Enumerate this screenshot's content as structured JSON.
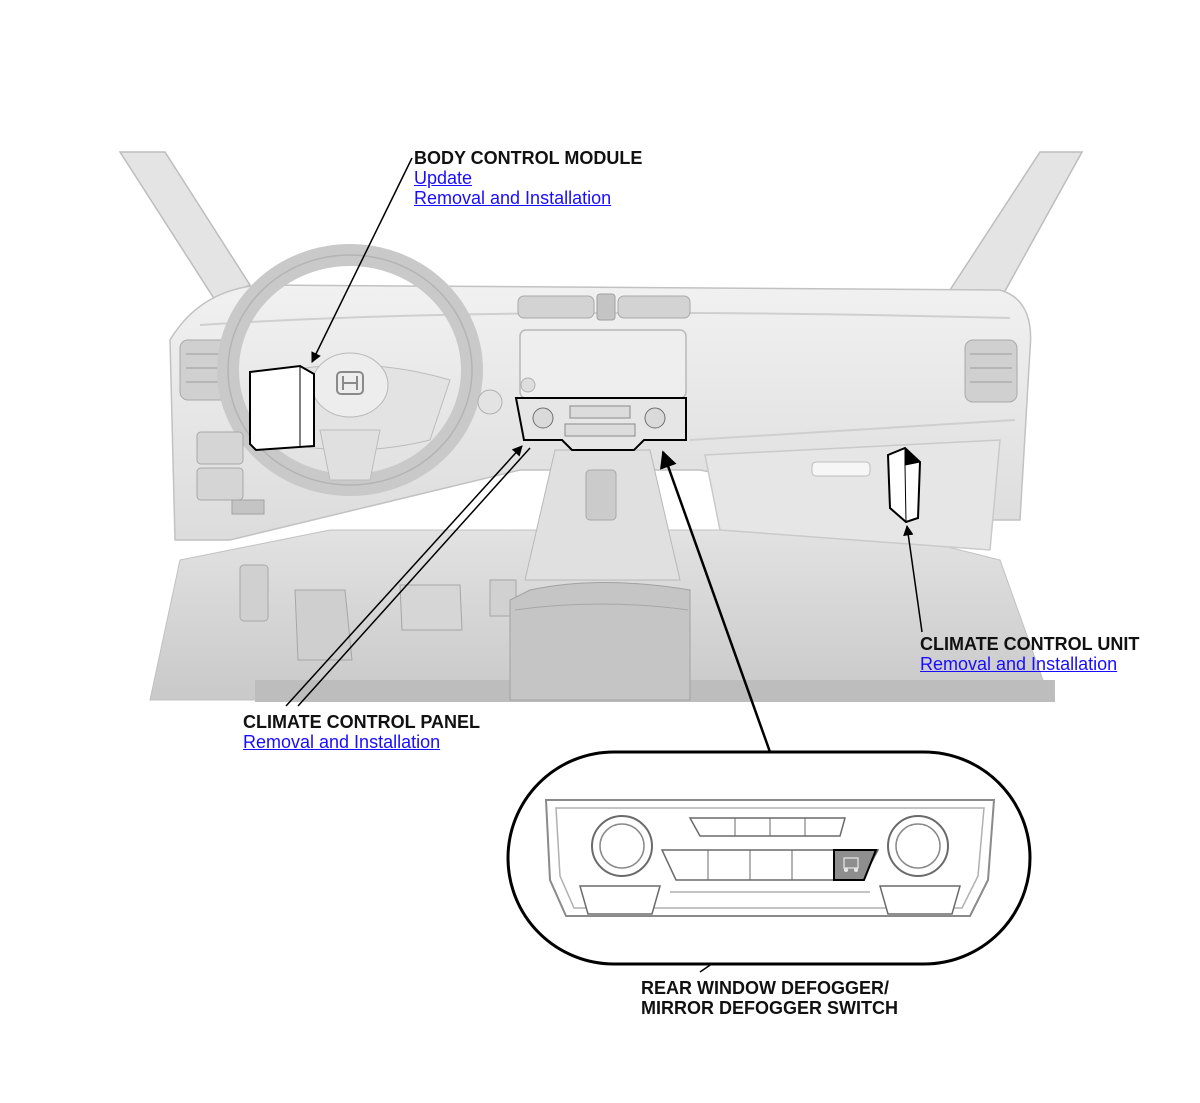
{
  "callouts": {
    "body_control_module": {
      "title": "BODY CONTROL MODULE",
      "links": [
        "Update",
        "Removal and Installation"
      ]
    },
    "climate_control_unit": {
      "title": "CLIMATE CONTROL UNIT",
      "links": [
        "Removal and Installation"
      ]
    },
    "climate_control_panel": {
      "title": "CLIMATE CONTROL PANEL",
      "links": [
        "Removal and Installation"
      ]
    },
    "defogger_switch": {
      "title_line1": "REAR WINDOW DEFOGGER/",
      "title_line2": "MIRROR DEFOGGER SWITCH"
    }
  },
  "colors": {
    "link": "#1a0dff",
    "illustration_fill": "#ececec",
    "illustration_shadow": "#c8c8c8",
    "highlight_stroke": "#000000"
  },
  "icons": [
    "steering-wheel-logo-icon",
    "knob-icon",
    "defogger-switch-icon"
  ]
}
